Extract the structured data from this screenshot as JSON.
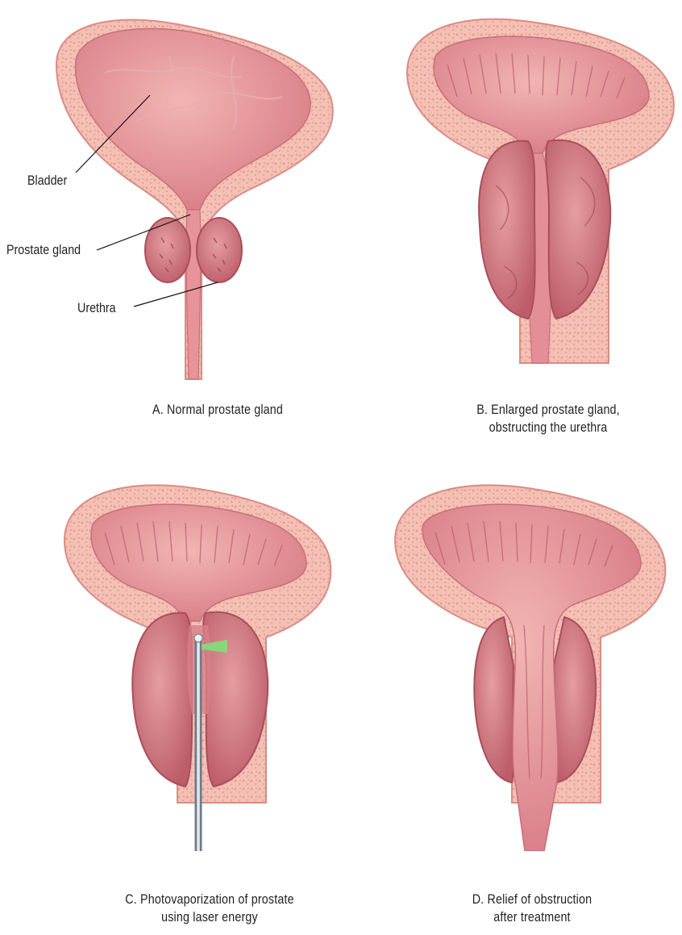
{
  "panels": [
    {
      "id": "A",
      "caption": "A. Normal prostate gland"
    },
    {
      "id": "B",
      "caption_line1": "B. Enlarged prostate gland,",
      "caption_line2": "obstructing the urethra"
    },
    {
      "id": "C",
      "caption_line1": "C. Photovaporization of prostate",
      "caption_line2": "using laser energy"
    },
    {
      "id": "D",
      "caption_line1": "D. Relief of obstruction",
      "caption_line2": "after treatment"
    }
  ],
  "labels": {
    "bladder": "Bladder",
    "prostate": "Prostate gland",
    "urethra": "Urethra"
  }
}
